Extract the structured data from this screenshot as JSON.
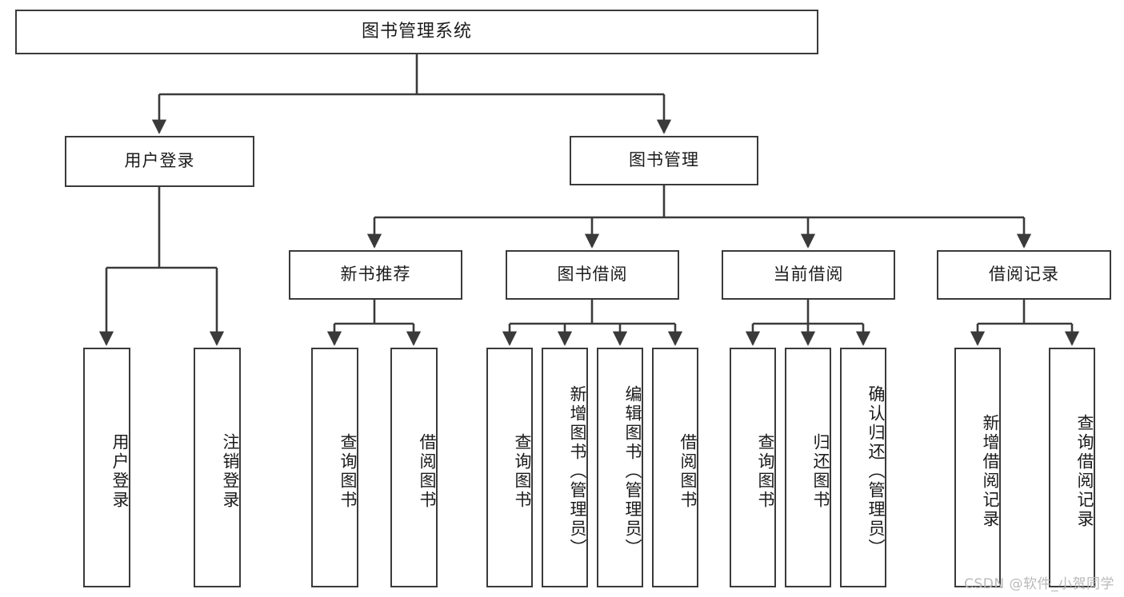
{
  "diagram": {
    "title": "图书管理系统",
    "watermark": "CSDN @软件_小贺同学",
    "colors": {
      "stroke": "#3a3a3a",
      "box_fill": "#ffffff",
      "text": "#1b1b1b",
      "background": "#ffffff",
      "watermark": "#b9b9b9"
    },
    "root": {
      "label": "图书管理系统"
    },
    "level1": [
      {
        "label": "用户登录"
      },
      {
        "label": "图书管理"
      }
    ],
    "login_children": [
      {
        "label": "用户登录"
      },
      {
        "label": "注销登录"
      }
    ],
    "level2": [
      {
        "label": "新书推荐"
      },
      {
        "label": "图书借阅"
      },
      {
        "label": "当前借阅"
      },
      {
        "label": "借阅记录"
      }
    ],
    "new_book_children": [
      {
        "label": "查询图书"
      },
      {
        "label": "借阅图书"
      }
    ],
    "borrow_children": [
      {
        "label": "查询图书"
      },
      {
        "label": "新增图书（管理员）"
      },
      {
        "label": "编辑图书（管理员）"
      },
      {
        "label": "借阅图书"
      }
    ],
    "current_children": [
      {
        "label": "查询图书"
      },
      {
        "label": "归还图书"
      },
      {
        "label": "确认归还（管理员）"
      }
    ],
    "record_children": [
      {
        "label": "新增借阅记录"
      },
      {
        "label": "查询借阅记录"
      }
    ]
  }
}
